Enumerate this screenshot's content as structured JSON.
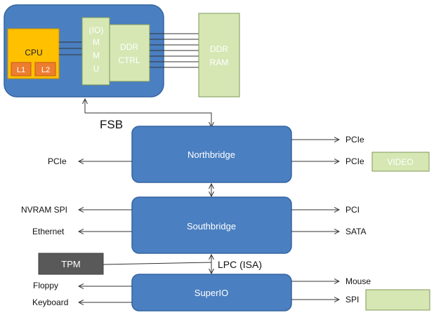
{
  "cpu_complex": {
    "cpu_label": "CPU",
    "l1_label": "L1",
    "l2_label": "L2",
    "mmu_lines": [
      "(IO)",
      "M",
      "M",
      "U"
    ],
    "ddr_ctrl_lines": [
      "DDR",
      "CTRL"
    ]
  },
  "ddr_ram_lines": [
    "DDR",
    "RAM"
  ],
  "fsb_label": "FSB",
  "northbridge": {
    "label": "Northbridge",
    "left": [
      "PCIe"
    ],
    "right": [
      "PCIe",
      "PCIe"
    ]
  },
  "video_label": "VIDEO",
  "southbridge": {
    "label": "Southbridge",
    "left": [
      "NVRAM SPI",
      "Ethernet"
    ],
    "right": [
      "PCI",
      "SATA"
    ]
  },
  "tpm_label": "TPM",
  "lpc_label": "LPC (ISA)",
  "superio": {
    "label": "SuperIO",
    "left": [
      "Floppy",
      "Keyboard"
    ],
    "right": [
      "Mouse",
      "SPI"
    ]
  },
  "colors": {
    "blue_box": "#4a7fc1",
    "blue_border": "#3565a0",
    "green_box": "#d6e7b4",
    "green_border": "#7f9a59",
    "cpu_yellow": "#ffc000",
    "cache_orange": "#ed7d31",
    "tpm_gray": "#595959"
  }
}
